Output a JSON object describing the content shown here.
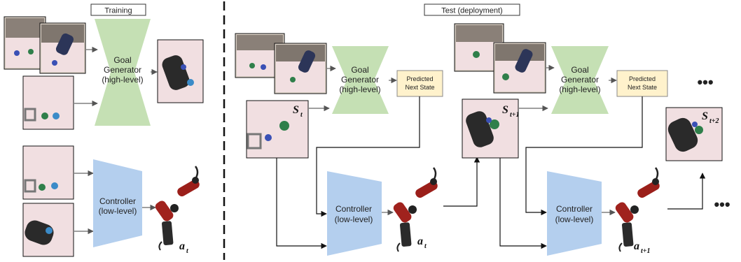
{
  "sections": {
    "training": "Training",
    "test": "Test (deployment)"
  },
  "goal_generator": {
    "line1": "Goal",
    "line2": "Generator",
    "line3": "(high-level)"
  },
  "controller": {
    "line1": "Controller",
    "line2": "(low-level)"
  },
  "predicted_state": {
    "line1": "Predicted",
    "line2": "Next State"
  },
  "math": {
    "s": "S",
    "t": "t",
    "t_plus_1": "t+1",
    "t_plus_2": "t+2",
    "a": "a"
  },
  "continuation": "•••",
  "colors": {
    "goal_fill": "#c5e0b4",
    "controller_fill": "#b4cfee",
    "predicted_fill": "#fff2cc",
    "arrow": "#666666",
    "photo_bg": "#f1dfe1"
  }
}
